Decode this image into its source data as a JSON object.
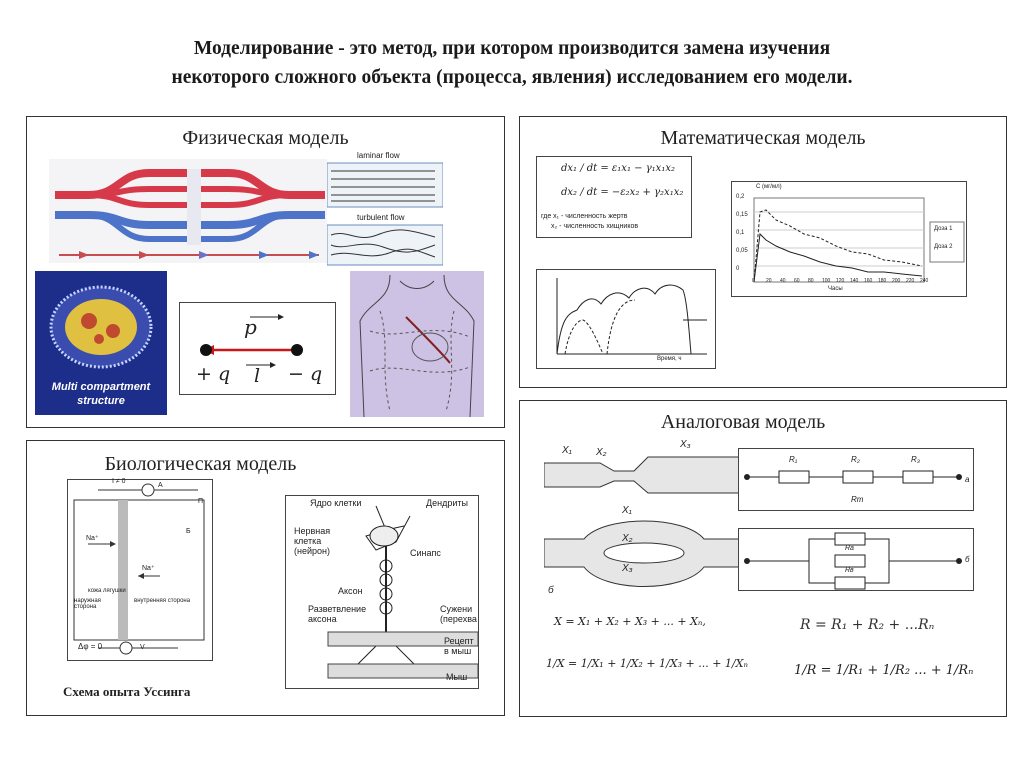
{
  "heading": {
    "line1": "Моделирование - это метод, при котором производится замена изучения",
    "line2": "некоторого сложного объекта (процесса, явления) исследованием его модели."
  },
  "physical": {
    "title": "Физическая модель",
    "flow_laminar": "laminar flow",
    "flow_turbulent": "turbulent flow",
    "compartment_line1": "Multi compartment",
    "compartment_line2": "structure",
    "dipole_p": "p",
    "dipole_plus_q": "+ q",
    "dipole_l": "l",
    "dipole_minus_q": "− q"
  },
  "math": {
    "title": "Математическая модель",
    "eq1": "dx₁ / dt = ε₁x₁ − γ₁x₁x₂",
    "eq2": "dx₂ / dt = −ε₂x₂ + γ₂x₁x₂",
    "legend1": "где x₁ - численность жертв",
    "legend2": "x₂ - численность хищников",
    "graph_ylabel": "C (мг/мл)",
    "graph_xlabel": "Часы",
    "graph_yticks": [
      "0,2",
      "0,15",
      "0,1",
      "0,05",
      "0"
    ],
    "graph_xticks": [
      "0",
      "20",
      "40",
      "60",
      "80",
      "100",
      "120",
      "140",
      "160",
      "180",
      "200",
      "220",
      "240"
    ],
    "graph_legend1": "Доза 1",
    "graph_legend2": "Доза 2",
    "time_label": "Время, ч"
  },
  "bio": {
    "title": "Биологическая модель",
    "ussing_i": "I ≠ 0",
    "ussing_a": "A",
    "ussing_p": "П",
    "ussing_b": "Б",
    "ussing_na1": "Na⁺",
    "ussing_na2": "Na⁺",
    "ussing_skin": "кожа лягушки",
    "ussing_outer": "наружная сторона",
    "ussing_inner": "внутренняя сторона",
    "ussing_dphi": "Δφ = 0",
    "ussing_v": "V",
    "caption": "Схема опыта Уссинга",
    "neuron_nucleus": "Ядро клетки",
    "neuron_dendrites": "Дендриты",
    "neuron_cell_1": "Нервная",
    "neuron_cell_2": "клетка",
    "neuron_cell_3": "(нейрон)",
    "neuron_synapse": "Синапс",
    "neuron_axon": "Аксон",
    "neuron_branch_1": "Разветвление",
    "neuron_branch_2": "аксона",
    "neuron_narrow_1": "Сужени",
    "neuron_narrow_2": "(перехва",
    "neuron_receptor_1": "Рецепт",
    "neuron_receptor_2": "в мыш",
    "neuron_muscle": "Мыш"
  },
  "analog": {
    "title": "Аналоговая модель",
    "x1": "X₁",
    "x2": "X₂",
    "x3": "X₃",
    "x1b": "X₁",
    "x2b": "X₂",
    "x3b": "X₃",
    "letter_b": "б",
    "r1": "R₁",
    "r2": "R₂",
    "r3": "R₃",
    "rt": "Rт",
    "ra": "Rа",
    "rb": "Rв",
    "letter_a": "а",
    "letter_b2": "б",
    "f_series_x": "X = X₁ + X₂ + X₃ + ... + Xₙ,",
    "f_series_r": "R = R₁ + R₂ + ...Rₙ",
    "f_par_x": "1/X = 1/X₁ + 1/X₂ + 1/X₃ + ... + 1/Xₙ",
    "f_par_r": "1/R = 1/R₁ + 1/R₂ ... + 1/Rₙ"
  }
}
